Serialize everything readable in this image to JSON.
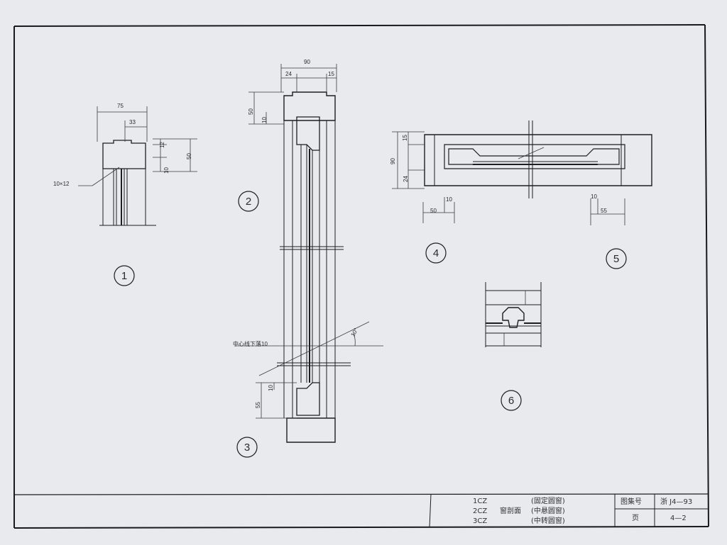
{
  "details": [
    {
      "id": "detail-1",
      "number": "1"
    },
    {
      "id": "detail-2",
      "number": "2"
    },
    {
      "id": "detail-3",
      "number": "3"
    },
    {
      "id": "detail-4",
      "number": "4"
    },
    {
      "id": "detail-5",
      "number": "5"
    },
    {
      "id": "detail-6",
      "number": "6"
    }
  ],
  "dimensions": {
    "d1_width": "75",
    "d1_inner": "33",
    "d1_top": "12",
    "d1_height": "50",
    "d1_mid": "10",
    "d1_callout": "10×12",
    "d2_width": "90",
    "d2_left": "24",
    "d2_right": "15",
    "d2_height": "50",
    "d2_lip": "10",
    "d3_note": "中心线下落10",
    "d3_angle": "10°",
    "d3_lip": "10",
    "d3_height": "55",
    "d4_top": "15",
    "d4_total": "90",
    "d4_bottom": "24",
    "d4_lip": "10",
    "d4_width": "50",
    "d5_lip": "10",
    "d5_width": "55"
  },
  "title_block": {
    "row1_code": "1CZ",
    "row1_type": "(固定圆窗)",
    "row2_code": "2CZ",
    "row2_title": "窗剖面",
    "row2_type": "(中悬圆窗)",
    "row3_code": "3CZ",
    "row3_type": "(中转圆窗)",
    "atlas_label": "图集号",
    "atlas_value": "浙 J4—93",
    "page_label": "页",
    "page_value": "4—2"
  }
}
